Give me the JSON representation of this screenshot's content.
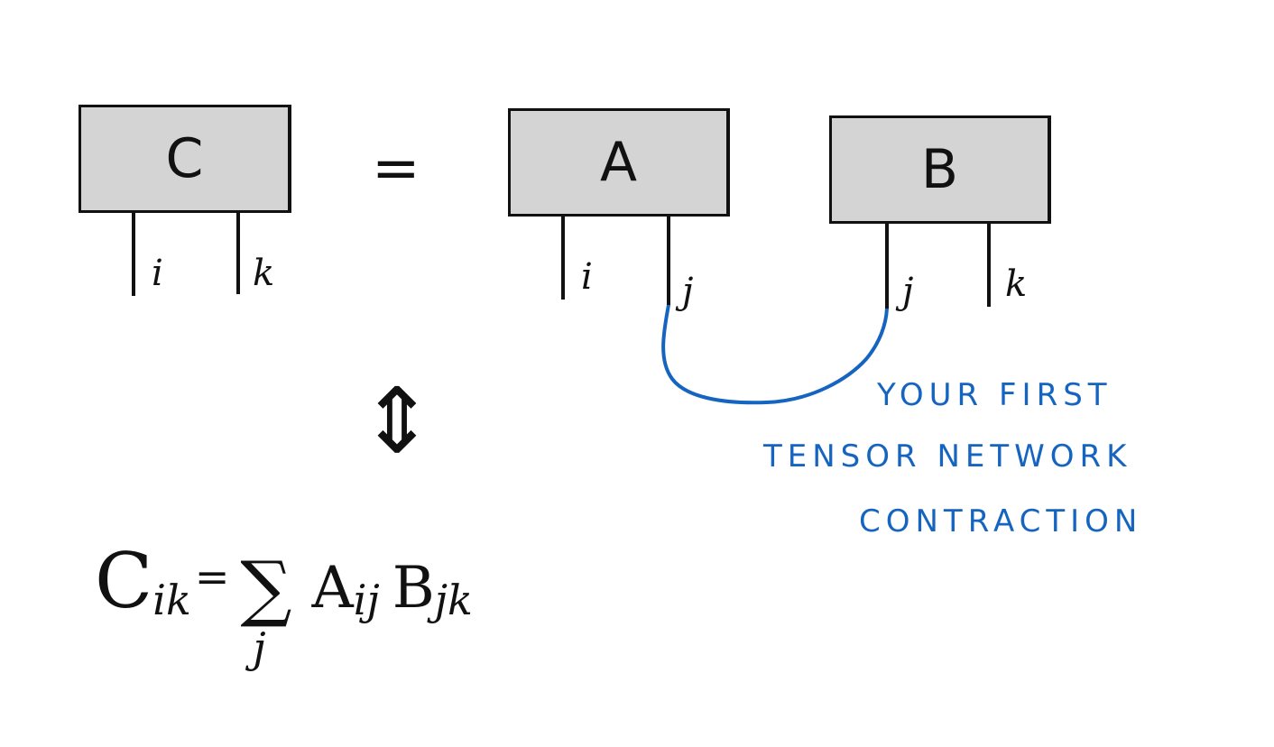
{
  "tensors": {
    "c": {
      "label": "C",
      "legs": [
        "i",
        "k"
      ]
    },
    "a": {
      "label": "A",
      "legs": [
        "i",
        "j"
      ]
    },
    "b": {
      "label": "B",
      "legs": [
        "j",
        "k"
      ]
    }
  },
  "equals_sign": "=",
  "equivalence_symbol": "⇕",
  "annotation": {
    "lines": [
      "YOUR FIRST",
      "TENSOR NETWORK",
      "CONTRACTION"
    ],
    "color": "#1565c0"
  },
  "formula": {
    "lhs": "C",
    "lhs_sub": "ik",
    "eq": "=",
    "sum": "∑",
    "sum_index": "j",
    "term1": "A",
    "term1_sub": "ij",
    "term2": "B",
    "term2_sub": "jk"
  },
  "colors": {
    "box_fill": "#d4d4d4",
    "ink": "#111111",
    "accent": "#1565c0"
  }
}
